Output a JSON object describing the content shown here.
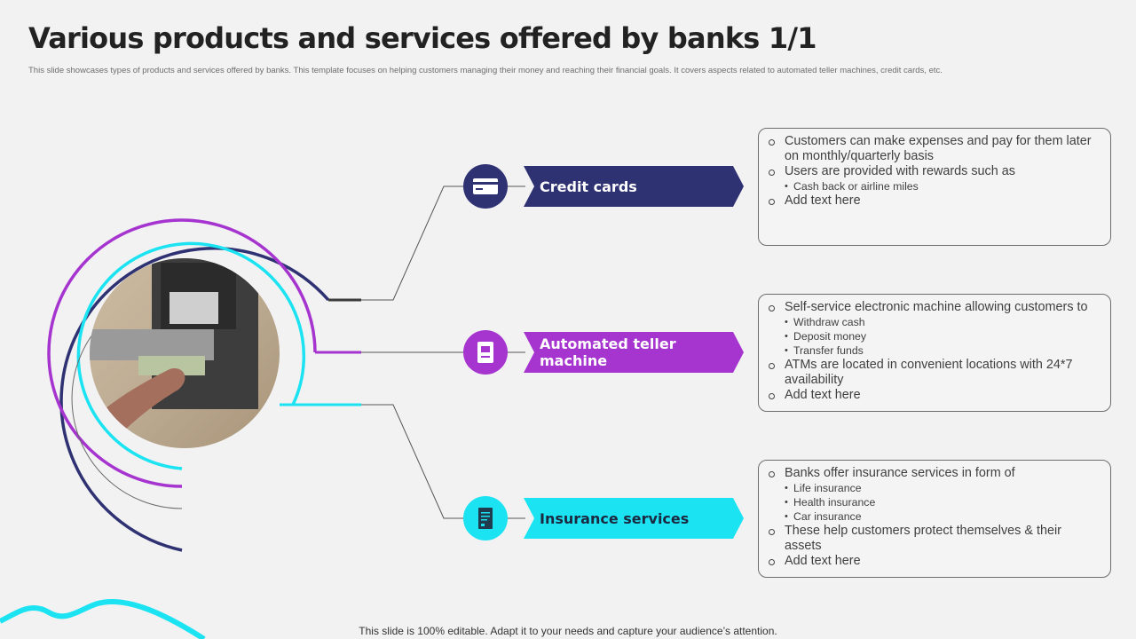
{
  "title": "Various products and services offered by banks 1/1",
  "subtitle": "This slide showcases types of products and services offered by banks. This template focuses on helping customers managing their money and reaching their financial goals. It covers aspects related to automated teller machines, credit cards, etc.",
  "colors": {
    "navy": "#2e3172",
    "purple": "#a634cf",
    "cyan": "#1be3f2",
    "background": "#f2f2f3"
  },
  "services": [
    {
      "label": "Credit cards",
      "icon": "credit-card-icon",
      "items": [
        {
          "text": "Customers can make expenses and pay for them later on monthly/quarterly basis",
          "sub": []
        },
        {
          "text": "Users are provided with rewards such as",
          "sub": [
            "Cash back or airline miles"
          ]
        },
        {
          "text": "Add text here",
          "sub": []
        }
      ]
    },
    {
      "label": "Automated teller machine",
      "icon": "atm-icon",
      "items": [
        {
          "text": "Self-service electronic machine allowing customers to",
          "sub": [
            "Withdraw cash",
            "Deposit money",
            "Transfer funds"
          ]
        },
        {
          "text": "ATMs are located in convenient locations with 24*7 availability",
          "sub": []
        },
        {
          "text": "Add text here",
          "sub": []
        }
      ]
    },
    {
      "label": "Insurance services",
      "icon": "insurance-document-icon",
      "items": [
        {
          "text": "Banks offer insurance services in form of",
          "sub": [
            "Life insurance",
            "Health insurance",
            "Car insurance"
          ]
        },
        {
          "text": "These help customers protect themselves & their assets",
          "sub": []
        },
        {
          "text": "Add text here",
          "sub": []
        }
      ]
    }
  ],
  "footer": "This slide is 100% editable. Adapt it to your needs and capture your audience’s attention."
}
